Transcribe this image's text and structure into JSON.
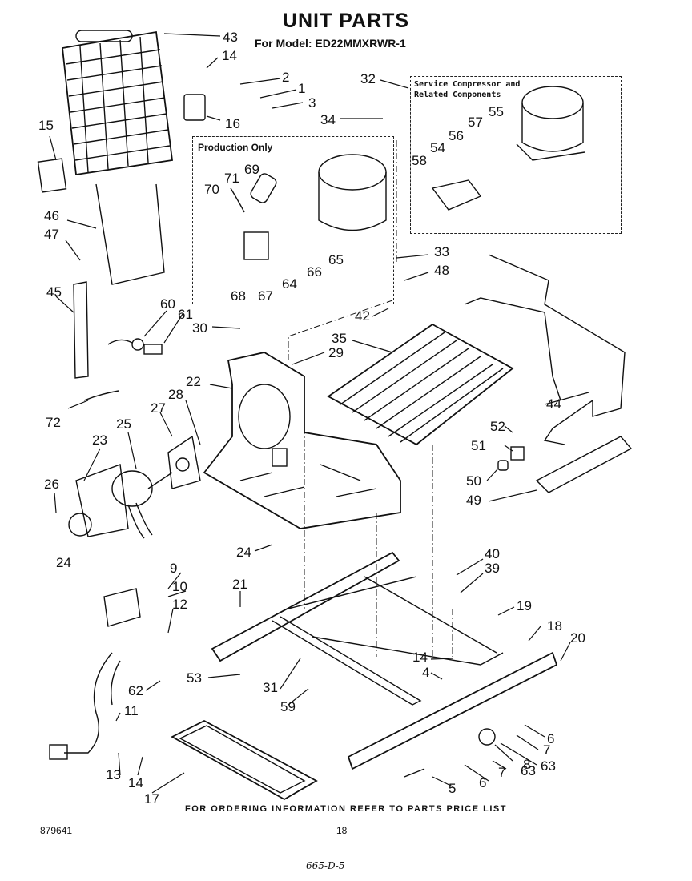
{
  "header": {
    "title": "UNIT PARTS",
    "model_line": "For Model: ED22MMXRWR-1"
  },
  "boxes": {
    "production": "Production Only",
    "service_line1": "Service Compressor and",
    "service_line2": "Related Components"
  },
  "part_labels": [
    "43",
    "14",
    "2",
    "1",
    "3",
    "16",
    "15",
    "32",
    "34",
    "55",
    "57",
    "56",
    "54",
    "58",
    "70",
    "71",
    "69",
    "65",
    "66",
    "64",
    "67",
    "68",
    "46",
    "47",
    "45",
    "33",
    "48",
    "60",
    "61",
    "30",
    "42",
    "35",
    "29",
    "22",
    "28",
    "27",
    "25",
    "23",
    "72",
    "44",
    "52",
    "51",
    "50",
    "49",
    "26",
    "24",
    "9",
    "10",
    "12",
    "21",
    "40",
    "39",
    "19",
    "18",
    "20",
    "14",
    "4",
    "53",
    "62",
    "31",
    "59",
    "11",
    "6",
    "7",
    "8",
    "63",
    "7",
    "6",
    "13",
    "14",
    "17",
    "5",
    "63",
    "24"
  ],
  "footer": {
    "ordering_note": "FOR ORDERING INFORMATION REFER TO PARTS PRICE LIST",
    "doc_number": "879641",
    "page_number": "18",
    "handwritten_note": "665-D-5"
  }
}
